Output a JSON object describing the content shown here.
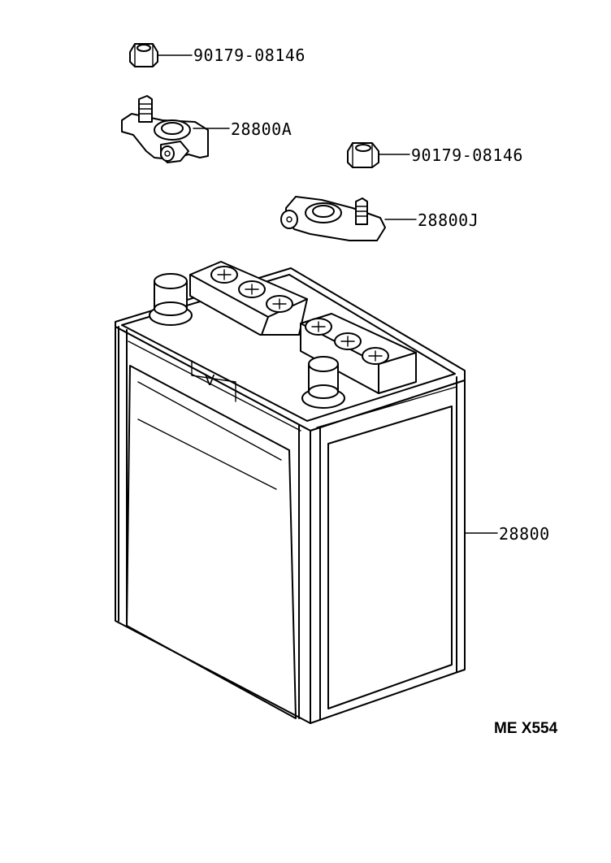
{
  "parts": {
    "nut_1": "90179-08146",
    "terminal_a": "28800A",
    "nut_2": "90179-08146",
    "terminal_j": "28800J",
    "battery": "28800"
  },
  "illustration_code": "ME X554"
}
